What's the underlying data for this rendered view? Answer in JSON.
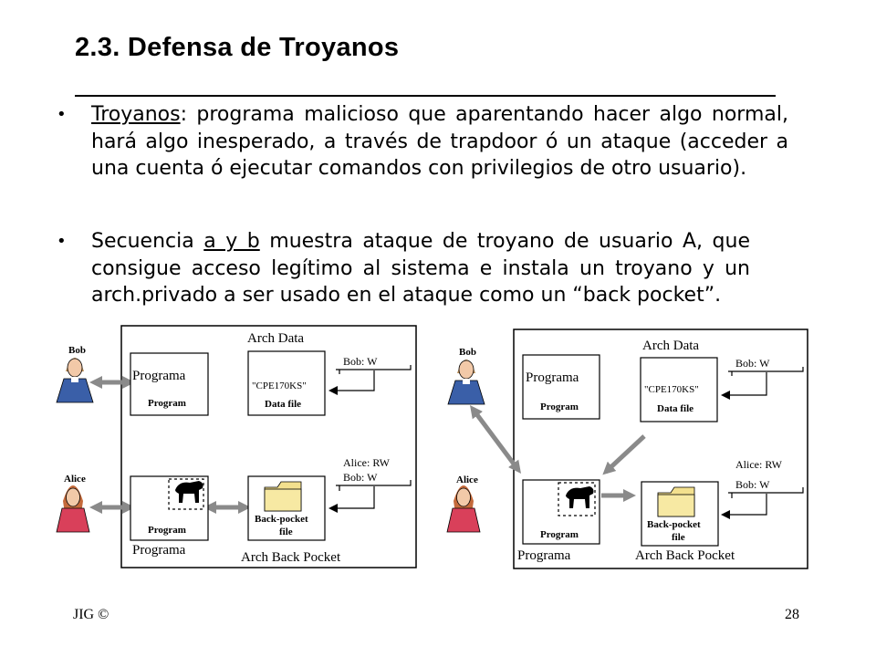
{
  "title": "2.3. Defensa de Troyanos",
  "bullet1": {
    "term": "Troyanos",
    "rest": ": programa malicioso que aparentando hacer algo normal, hará algo inesperado, a través de trapdoor ó un ataque (acceder a una cuenta ó ejecutar comandos con privilegios de otro usuario)."
  },
  "bullet2": {
    "pre": "Secuencia ",
    "link": "a y b",
    "post": " muestra ataque de troyano de usuario A, que consigue acceso legítimo al sistema e instala un troyano y un arch.privado a ser usado en el ataque como un “back pocket”."
  },
  "diagram": {
    "user_bob": "Bob",
    "user_alice": "Alice",
    "arch_data": "Arch Data",
    "programa": "Programa",
    "program": "Program",
    "data_file_content": "\"CPE170KS\"",
    "data_file": "Data file",
    "acl_bob": "Bob: W",
    "acl_alice": "Alice: RW",
    "back_pocket_file_1": "Back-pocket",
    "back_pocket_file_2": "file",
    "arch_back_pocket": "Arch Back Pocket"
  },
  "footer": {
    "author": "JIG ©",
    "page": "28"
  }
}
